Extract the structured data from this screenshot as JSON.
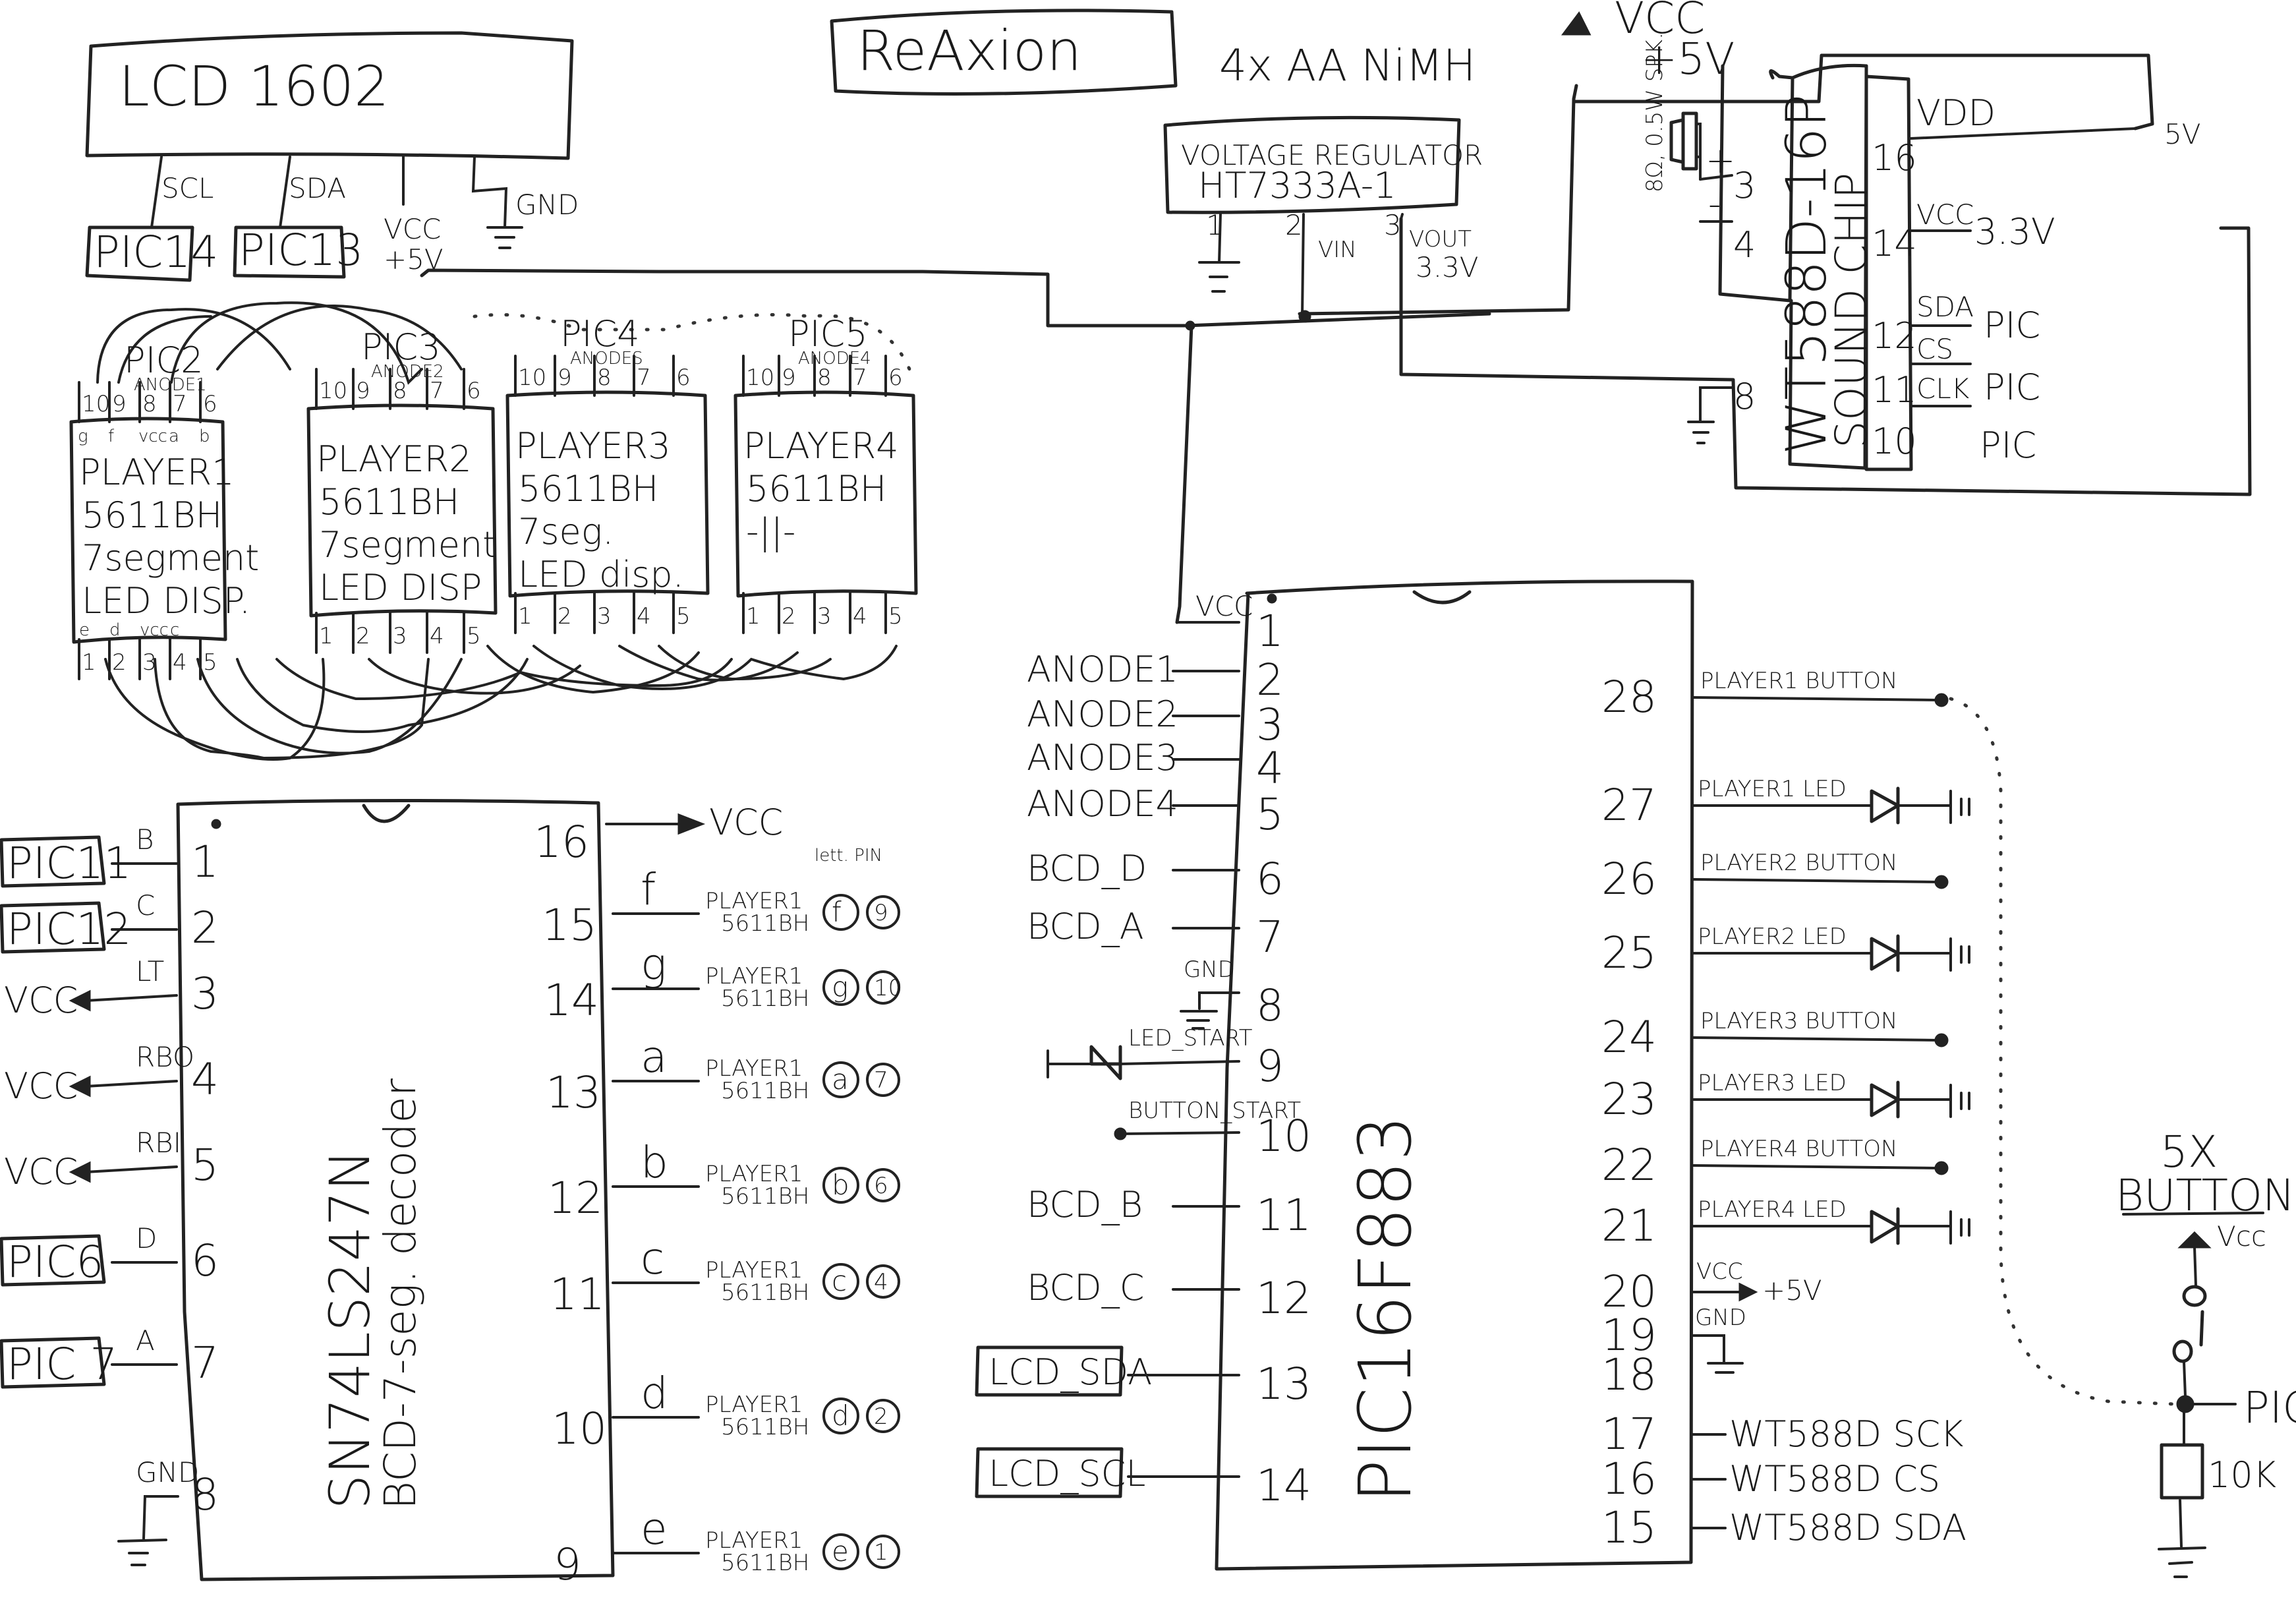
{
  "title": "ReAxion",
  "battery": "4x AA NiMH",
  "vcc_main": {
    "line1": "VCC",
    "line2": "+5V"
  },
  "lcd": {
    "name": "LCD 1602",
    "pins": [
      {
        "signal": "SCL",
        "target": "PIC14"
      },
      {
        "signal": "SDA",
        "target": "PIC13"
      },
      {
        "signal": "VCC",
        "target": "+5V"
      },
      {
        "signal": "GND",
        "target": ""
      }
    ]
  },
  "regulator": {
    "line1": "VOLTAGE REGULATOR",
    "line2": "HT7333A-1",
    "pins": [
      {
        "num": "1",
        "label": ""
      },
      {
        "num": "2",
        "label": "VIN"
      },
      {
        "num": "3",
        "label": "VOUT"
      }
    ],
    "vout_value": "3.3V"
  },
  "sound_chip": {
    "line1": "WT588D-16P",
    "line2": "SOUND CHIP",
    "speaker_label": "8Ω, 0.5W SPK.",
    "left_pins": [
      {
        "num": "3",
        "label": "+"
      },
      {
        "num": "4",
        "label": "-"
      },
      {
        "num": "8",
        "label": ""
      }
    ],
    "right_pins": [
      {
        "num": "16",
        "label": "VDD",
        "target": "5V"
      },
      {
        "num": "14",
        "label": "VCC",
        "target": "3.3V"
      },
      {
        "num": "12",
        "label": "SDA",
        "target": "PIC"
      },
      {
        "num": "11",
        "label": "CS",
        "target": "PIC"
      },
      {
        "num": "10",
        "label": "CLK",
        "target": "PIC"
      }
    ]
  },
  "displays": [
    {
      "name": "PLAYER1",
      "part": "5611BH",
      "line3": "7segment",
      "line4": "LED DISP.",
      "pic": "PIC2",
      "anode": "ANODE1",
      "top_pins": [
        "10",
        "9",
        "8",
        "7",
        "6"
      ],
      "top_letters": [
        "g",
        "f",
        "vcc",
        "a",
        "b"
      ],
      "bottom_pins": [
        "1",
        "2",
        "3",
        "4",
        "5"
      ],
      "bottom_letters": [
        "e",
        "d",
        "vcc",
        "c",
        ""
      ]
    },
    {
      "name": "PLAYER2",
      "part": "5611BH",
      "line3": "7segment",
      "line4": "LED DISP",
      "pic": "PIC3",
      "anode": "ANODE2",
      "top_pins": [
        "10",
        "9",
        "8",
        "7",
        "6"
      ],
      "top_letters": [
        "",
        "",
        "",
        "",
        ""
      ],
      "bottom_pins": [
        "1",
        "2",
        "3",
        "4",
        "5"
      ],
      "bottom_letters": [
        "",
        "",
        "",
        "",
        ""
      ]
    },
    {
      "name": "PLAYER3",
      "part": "5611BH",
      "line3": "7seg.",
      "line4": "LED disp.",
      "pic": "PIC4",
      "anode": "ANODES",
      "top_pins": [
        "10",
        "9",
        "8",
        "7",
        "6"
      ],
      "top_letters": [
        "",
        "",
        "",
        "",
        ""
      ],
      "bottom_pins": [
        "1",
        "2",
        "3",
        "4",
        "5"
      ],
      "bottom_letters": [
        "",
        "",
        "",
        "",
        ""
      ]
    },
    {
      "name": "PLAYER4",
      "part": "5611BH",
      "line3": "-||-",
      "line4": "",
      "pic": "PIC5",
      "anode": "ANODE4",
      "top_pins": [
        "10",
        "9",
        "8",
        "7",
        "6"
      ],
      "top_letters": [
        "",
        "",
        "",
        "",
        ""
      ],
      "bottom_pins": [
        "1",
        "2",
        "3",
        "4",
        "5"
      ],
      "bottom_letters": [
        "",
        "",
        "",
        "",
        ""
      ]
    }
  ],
  "decoder": {
    "line1": "SN74LS247N",
    "line2": "BCD-7-seg. decoder",
    "left_pins": [
      {
        "num": "1",
        "signal": "B",
        "target": "PIC11",
        "type": "box"
      },
      {
        "num": "2",
        "signal": "C",
        "target": "PIC12",
        "type": "box"
      },
      {
        "num": "3",
        "signal": "LT",
        "target": "VCC",
        "type": "arrow"
      },
      {
        "num": "4",
        "signal": "RBO",
        "target": "VCC",
        "type": "arrow"
      },
      {
        "num": "5",
        "signal": "RBI",
        "target": "VCC",
        "type": "arrow"
      },
      {
        "num": "6",
        "signal": "D",
        "target": "PIC6",
        "type": "box"
      },
      {
        "num": "7",
        "signal": "A",
        "target": "PIC 7",
        "type": "box"
      },
      {
        "num": "8",
        "signal": "GND",
        "target": "",
        "type": "ground"
      }
    ],
    "vcc_pin": {
      "num": "16",
      "target": "VCC"
    },
    "legend": "lett. PIN",
    "right_pins": [
      {
        "num": "15",
        "seg": "f",
        "display": "PLAYER1",
        "part": "5611BH",
        "dpin": "9"
      },
      {
        "num": "14",
        "seg": "g",
        "display": "PLAYER1",
        "part": "5611BH",
        "dpin": "10"
      },
      {
        "num": "13",
        "seg": "a",
        "display": "PLAYER1",
        "part": "5611BH",
        "dpin": "7"
      },
      {
        "num": "12",
        "seg": "b",
        "display": "PLAYER1",
        "part": "5611BH",
        "dpin": "6"
      },
      {
        "num": "11",
        "seg": "c",
        "display": "PLAYER1",
        "part": "5611BH",
        "dpin": "4"
      },
      {
        "num": "10",
        "seg": "d",
        "display": "PLAYER1",
        "part": "5611BH",
        "dpin": "2"
      },
      {
        "num": "9",
        "seg": "e",
        "display": "PLAYER1",
        "part": "5611BH",
        "dpin": "1"
      }
    ]
  },
  "mcu": {
    "name": "PIC16F883",
    "left_pins": [
      {
        "num": "1",
        "label": "VCC"
      },
      {
        "num": "2",
        "label": "ANODE1"
      },
      {
        "num": "3",
        "label": "ANODE2"
      },
      {
        "num": "4",
        "label": "ANODE3"
      },
      {
        "num": "5",
        "label": "ANODE4"
      },
      {
        "num": "6",
        "label": "BCD_D"
      },
      {
        "num": "7",
        "label": "BCD_A"
      },
      {
        "num": "8",
        "label": "GND"
      },
      {
        "num": "9",
        "label": "LED_START"
      },
      {
        "num": "10",
        "label": "BUTTON_START"
      },
      {
        "num": "11",
        "label": "BCD_B"
      },
      {
        "num": "12",
        "label": "BCD_C"
      },
      {
        "num": "13",
        "label": "LCD_SDA"
      },
      {
        "num": "14",
        "label": "LCD_SCL"
      }
    ],
    "right_pins": [
      {
        "num": "28",
        "label": "PLAYER1 BUTTON",
        "type": "button"
      },
      {
        "num": "27",
        "label": "PLAYER1 LED",
        "type": "led"
      },
      {
        "num": "26",
        "label": "PLAYER2 BUTTON",
        "type": "button"
      },
      {
        "num": "25",
        "label": "PLAYER2 LED",
        "type": "led"
      },
      {
        "num": "24",
        "label": "PLAYER3 BUTTON",
        "type": "button"
      },
      {
        "num": "23",
        "label": "PLAYER3 LED",
        "type": "led"
      },
      {
        "num": "22",
        "label": "PLAYER4 BUTTON",
        "type": "button"
      },
      {
        "num": "21",
        "label": "PLAYER4 LED",
        "type": "led"
      },
      {
        "num": "20",
        "label": "VCC",
        "type": "vcc",
        "target": "+5V"
      },
      {
        "num": "19",
        "label": "GND",
        "type": "gnd"
      },
      {
        "num": "18",
        "label": "",
        "type": "gnd"
      },
      {
        "num": "17",
        "label": "WT588D SCK",
        "type": "line"
      },
      {
        "num": "16",
        "label": "WT588D CS",
        "type": "line"
      },
      {
        "num": "15",
        "label": "WT588D SDA",
        "type": "line"
      }
    ]
  },
  "buttons": {
    "title_line1": "5X",
    "title_line2": "BUTTONS",
    "vcc": "Vcc",
    "pic": "PIC",
    "resistor": "10K"
  }
}
